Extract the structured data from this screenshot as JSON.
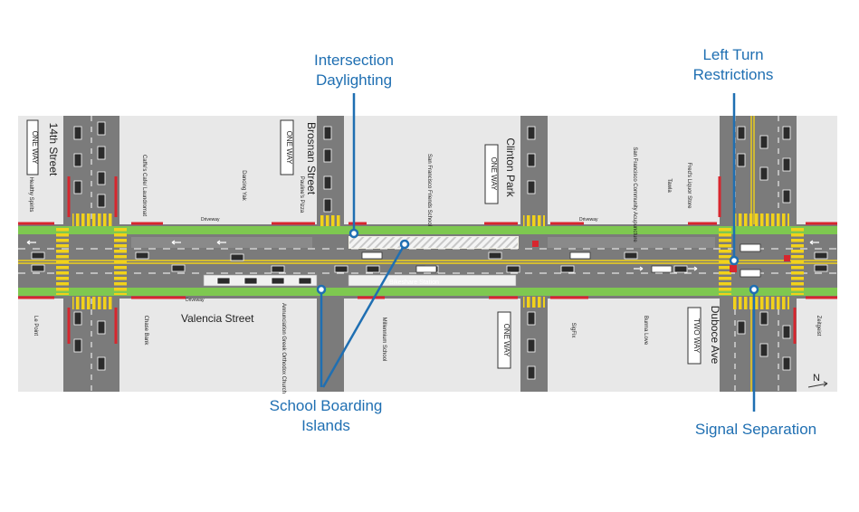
{
  "callouts": {
    "intersection_daylighting": [
      "Intersection",
      "Daylighting"
    ],
    "left_turn_restrictions": [
      "Left Turn",
      "Restrictions"
    ],
    "school_boarding_islands": [
      "School Boarding",
      "Islands"
    ],
    "signal_separation": "Signal Separation"
  },
  "streets": {
    "fourteenth": "14th Street",
    "brosnan": "Brosnan Street",
    "clinton_park": "Clinton Park",
    "duboce": "Duboce Ave",
    "valencia": "Valencia Street"
  },
  "signs": {
    "one_way": "ONE WAY",
    "two_way": "TWO WAY"
  },
  "businesses_top": {
    "healthy_spirits": "Healthy Spirits",
    "cafe_laundromat": "Caffe's Cafe/ Laundromat",
    "dancing_yak": "Dancing Yak",
    "paulines_pizza": "Pauline's Pizza",
    "sf_friends_school": "San Francisco Friends School",
    "sf_acupuncture": "San Francisco Community Acupuncture",
    "tawla": "Tawla",
    "freds_liquor": "Fred's Liquor Store"
  },
  "businesses_bottom": {
    "le_point": "Le Point",
    "chase_bank": "Chase Bank",
    "annunciation": "Annunciation Greek Orthodox Church",
    "millennium_school": "Millennium School",
    "sigfix": "SigFix",
    "burma_love": "Burma Love",
    "zeitgeist": "Zeitgeist"
  },
  "labels": {
    "bikeshare_station": "Bikeshare Station",
    "driveway": "Driveway"
  },
  "north_arrow": "N",
  "colors": {
    "callout": "#1f6fb2",
    "pavement": "#7a7a7a",
    "sidewalk": "#e6e6e6",
    "bike_lane": "#7ec850",
    "red_curb": "#d7262e",
    "yellow_marking": "#f2d21a",
    "median": "#f3f1e4"
  }
}
